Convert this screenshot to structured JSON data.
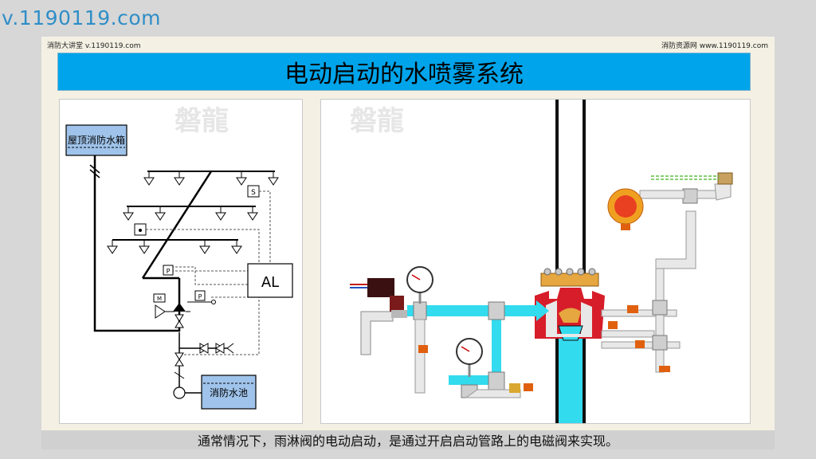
{
  "site_watermark": "v.1190119.com",
  "header": {
    "left_text": "消防大讲堂 v.1190119.com",
    "right_text": "消防资源网 www.1190119.com",
    "title": "电动启动的水喷雾系统"
  },
  "schematic": {
    "roof_tank_label": "屋顶消防水箱",
    "pool_label": "消防水池",
    "alarm_label": "AL",
    "pressure_switch_label": "P",
    "motor_label": "M",
    "logo_watermark": "磐龍"
  },
  "animation": {
    "logo_watermark": "磐龍"
  },
  "caption": "通常情况下，雨淋阀的电动启动，是通过开启启动管路上的电磁阀来实现。",
  "colors": {
    "title_bar": "#00a4ea",
    "water": "#33dbee",
    "valve_red": "#d71d2a",
    "tank_blue": "#9fc3ea"
  }
}
